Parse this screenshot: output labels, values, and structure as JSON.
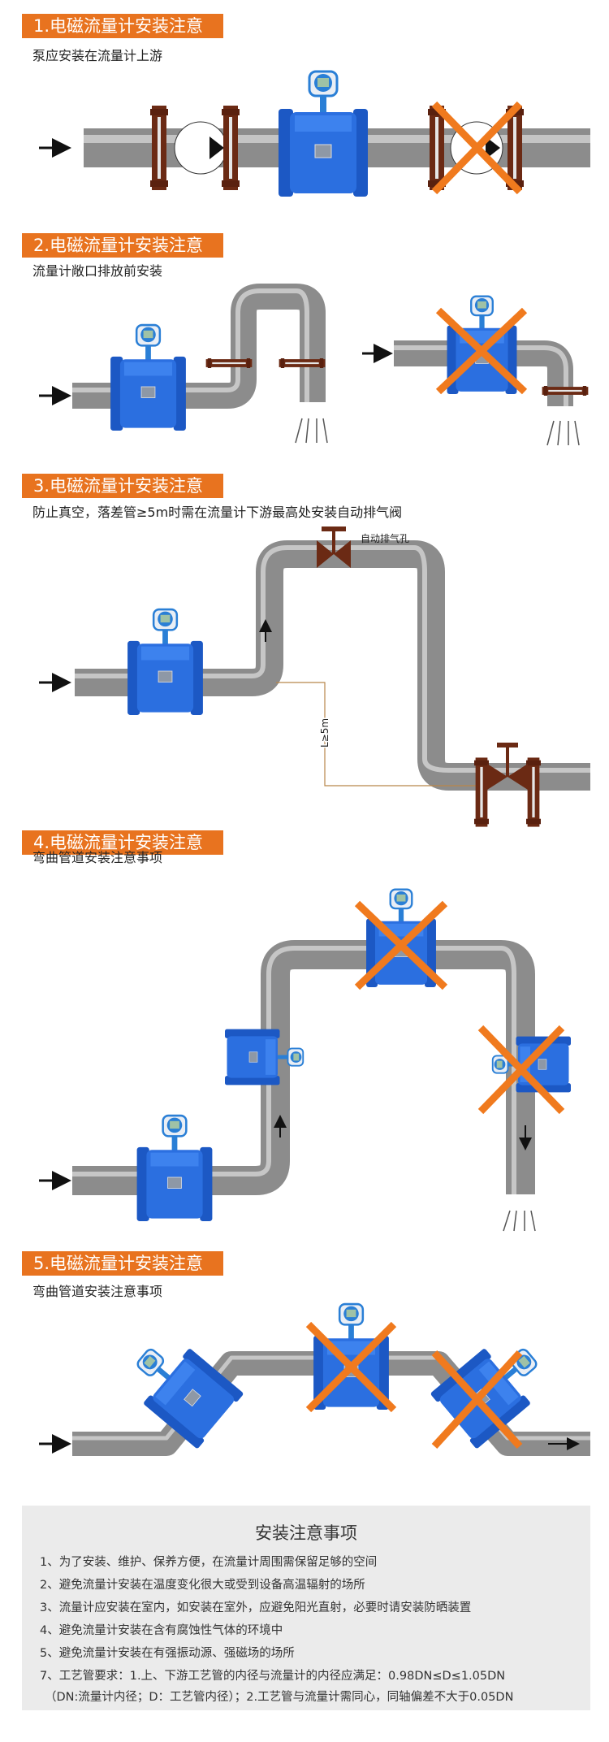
{
  "sections": [
    {
      "title": "1.电磁流量计安装注意",
      "subtitle": "泵应安装在流量计上游"
    },
    {
      "title": "2.电磁流量计安装注意",
      "subtitle": "流量计敞口排放前安装"
    },
    {
      "title": "3.电磁流量计安装注意",
      "subtitle": "防止真空，落差管≥5m时需在流量计下游最高处安装自动排气阀",
      "valve_label": "自动排气孔",
      "height_label": "L≥5m"
    },
    {
      "title": "4.电磁流量计安装注意",
      "subtitle": "弯曲管道安装注意事项"
    },
    {
      "title": "5.电磁流量计安装注意",
      "subtitle": "弯曲管道安装注意事项"
    }
  ],
  "notes": {
    "title": "安装注意事项",
    "lines": [
      "1、为了安装、维护、保养方便，在流量计周围需保留足够的空间",
      "2、避免流量计安装在温度变化很大或受到设备高温辐射的场所",
      "3、流量计应安装在室内，如安装在室外，应避免阳光直射，必要时请安装防晒装置",
      "4、避免流量计安装在含有腐蚀性气体的环境中",
      "5、避免流量计安装在有强振动源、强磁场的场所",
      "7、工艺管要求：1.上、下游工艺管的内径与流量计的内径应满足：0.98DN≤D≤1.05DN",
      "（DN:流量计内径；D：工艺管内径）；2.工艺管与流量计需同心，同轴偏差不大于0.05DN"
    ]
  },
  "colors": {
    "header": "#e8731f",
    "meter": "#2467d8",
    "flange": "#6b2a14",
    "pipe": "#8c8c8c",
    "cross": "#f07a1e"
  }
}
